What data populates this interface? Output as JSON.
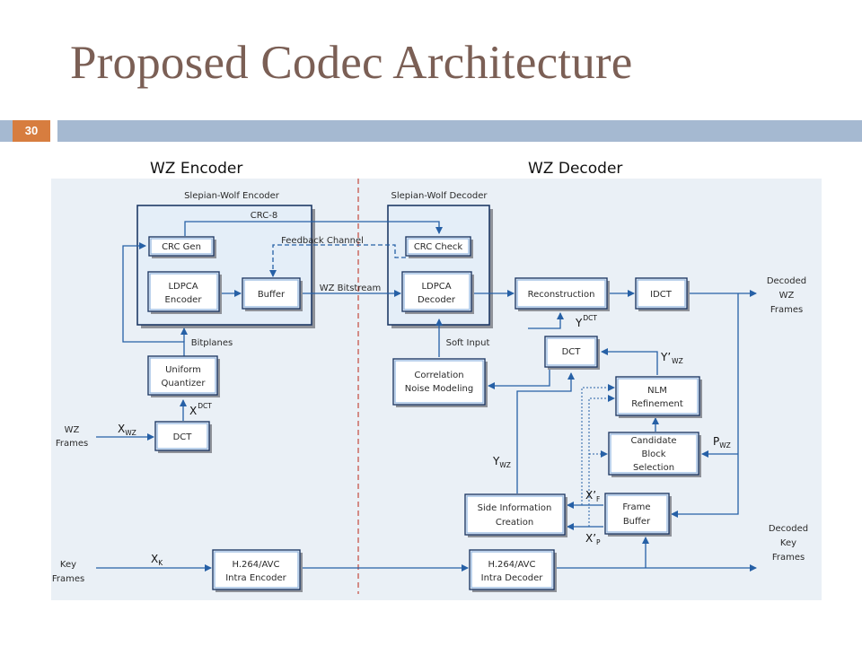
{
  "slide": {
    "title": "Proposed Codec Architecture",
    "page_number": "30"
  },
  "sections": {
    "encoder": "WZ Encoder",
    "decoder": "WZ Decoder"
  },
  "containers": {
    "sw_encoder": "Slepian-Wolf Encoder",
    "sw_decoder": "Slepian-Wolf Decoder"
  },
  "blocks": {
    "crc_gen": [
      "CRC Gen"
    ],
    "ldpca_encoder": [
      "LDPCA",
      "Encoder"
    ],
    "buffer": [
      "Buffer"
    ],
    "uniform_quantizer": [
      "Uniform",
      "Quantizer"
    ],
    "dct_enc": [
      "DCT"
    ],
    "h264_encoder": [
      "H.264/AVC",
      "Intra Encoder"
    ],
    "crc_check": [
      "CRC Check"
    ],
    "ldpca_decoder": [
      "LDPCA",
      "Decoder"
    ],
    "correlation_noise": [
      "Correlation",
      "Noise Modeling"
    ],
    "reconstruction": [
      "Reconstruction"
    ],
    "idct": [
      "IDCT"
    ],
    "dct_dec": [
      "DCT"
    ],
    "nlm_refinement": [
      "NLM",
      "Refinement"
    ],
    "candidate_block": [
      "Candidate",
      "Block",
      "Selection"
    ],
    "side_info": [
      "Side Information",
      "Creation"
    ],
    "frame_buffer": [
      "Frame",
      "Buffer"
    ],
    "h264_decoder": [
      "H.264/AVC",
      "Intra Decoder"
    ]
  },
  "labels": {
    "crc8": "CRC-8",
    "feedback": "Feedback Channel",
    "wz_bitstream": "WZ Bitstream",
    "bitplanes": "Bitplanes",
    "soft_input": "Soft Input",
    "wz_frames": [
      "WZ",
      "Frames"
    ],
    "key_frames": [
      "Key",
      "Frames"
    ],
    "decoded_wz": [
      "Decoded",
      "WZ",
      "Frames"
    ],
    "decoded_key": [
      "Decoded",
      "Key",
      "Frames"
    ]
  },
  "symbols": {
    "x_wz": {
      "main": "X",
      "sub": "WZ"
    },
    "x_dct": {
      "main": "X",
      "sup": "DCT"
    },
    "x_k": {
      "main": "X",
      "sub": "K"
    },
    "y_dct": {
      "main": "Y",
      "sup": "DCT"
    },
    "y_prime_wz": {
      "main": "Y’",
      "sub": "WZ"
    },
    "y_wz": {
      "main": "Y",
      "sub": "WZ"
    },
    "p_wz": {
      "main": "P",
      "sub": "WZ"
    },
    "x_prime_f": {
      "main": "X’",
      "sub": "F"
    },
    "x_prime_p": {
      "main": "X’",
      "sub": "P"
    }
  },
  "colors": {
    "title": "#7b5f55",
    "badge": "#d77d3f",
    "accent_bar": "#a5b9d1",
    "panel": "#eaf0f6",
    "arrows": "#2660a6",
    "divider": "#c0392b"
  }
}
